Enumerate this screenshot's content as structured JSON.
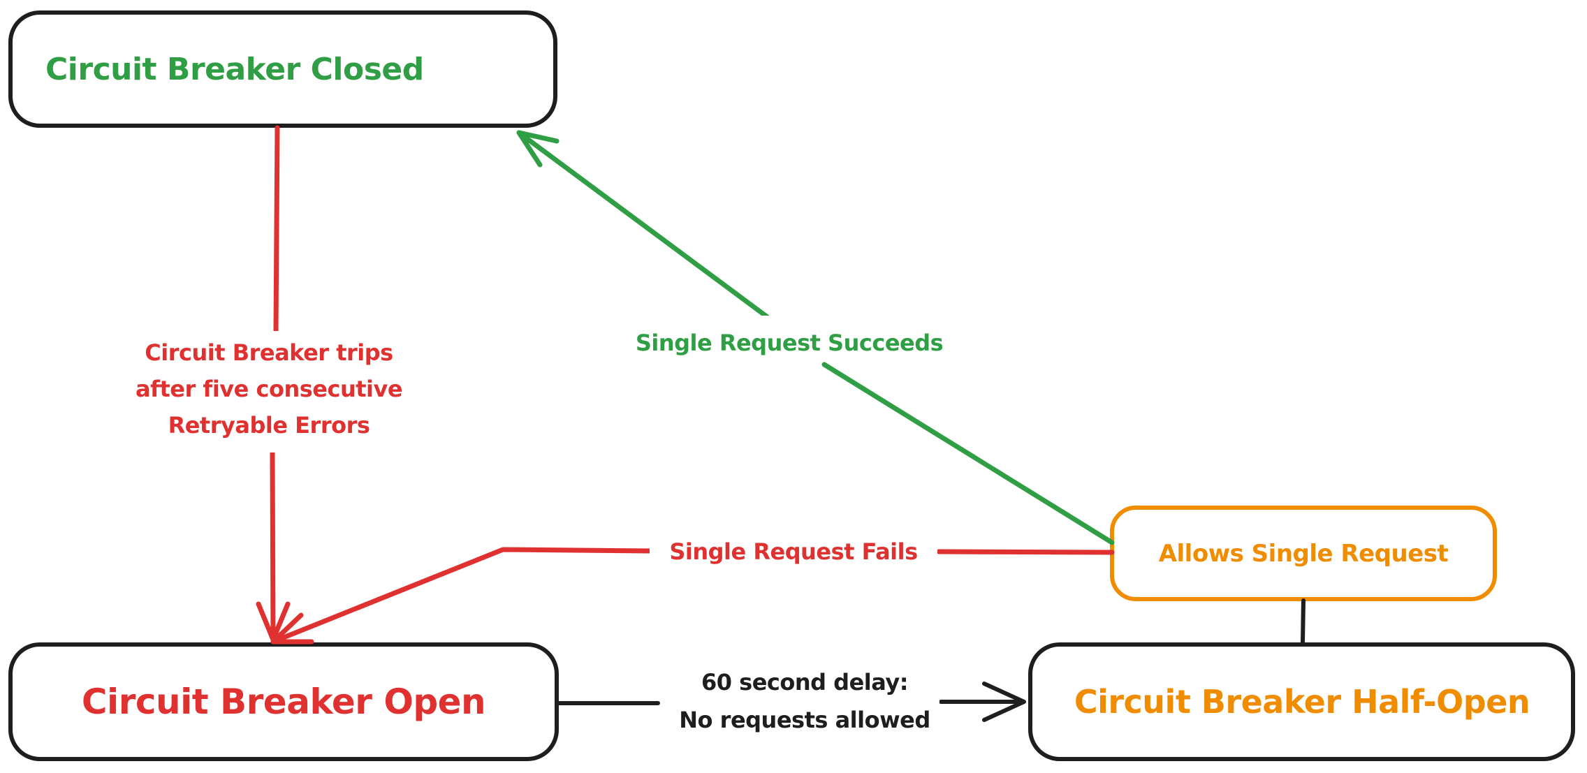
{
  "colors": {
    "black": "#1e1e1e",
    "red": "#e03131",
    "green": "#2f9e44",
    "orange": "#f08c00",
    "background": "#ffffff"
  },
  "states": {
    "closed": {
      "label": "Circuit Breaker Closed"
    },
    "open": {
      "label": "Circuit Breaker Open"
    },
    "half_open": {
      "label": "Circuit Breaker Half-Open"
    },
    "allows_single_request": {
      "label": "Allows Single Request"
    }
  },
  "transitions": {
    "trip": {
      "from": "Circuit Breaker Closed",
      "to": "Circuit Breaker Open",
      "label_lines": [
        "Circuit Breaker trips",
        "after five consecutive",
        "Retryable Errors"
      ]
    },
    "succeed": {
      "from": "Allows Single Request",
      "to": "Circuit Breaker Closed",
      "label": "Single Request Succeeds"
    },
    "fail": {
      "from": "Allows Single Request",
      "to": "Circuit Breaker Open",
      "label": "Single Request Fails"
    },
    "delay": {
      "from": "Circuit Breaker Open",
      "to": "Circuit Breaker Half-Open",
      "label_lines": [
        "60 second delay:",
        "No requests allowed"
      ]
    },
    "probe": {
      "from": "Circuit Breaker Half-Open",
      "to": "Allows Single Request"
    }
  }
}
